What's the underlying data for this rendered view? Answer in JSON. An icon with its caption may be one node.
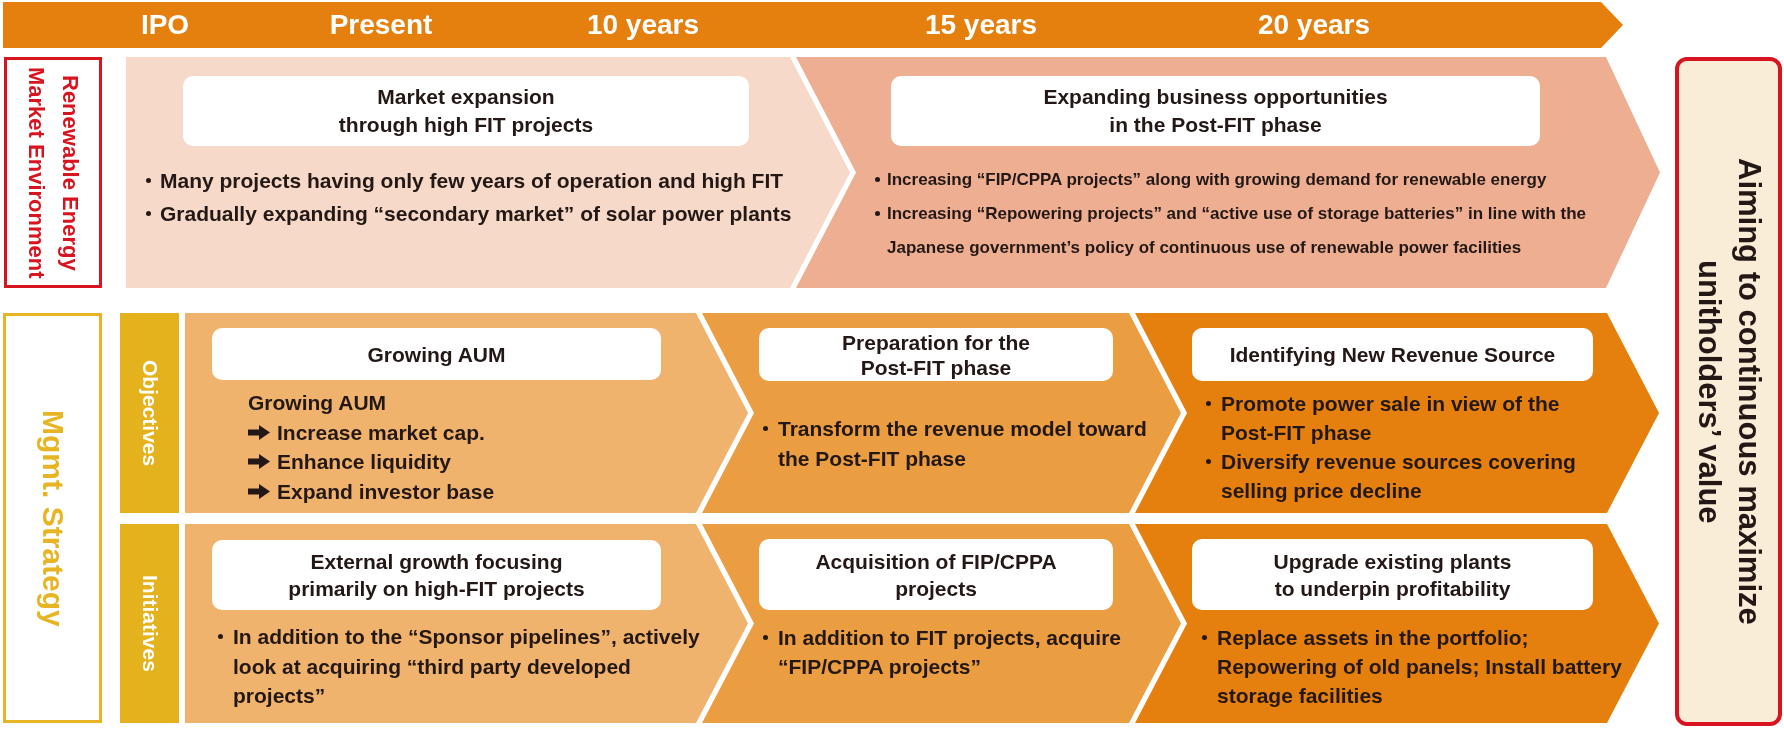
{
  "diagram": {
    "nodes": [
      {
        "text": [
          "IPO",
          "Present",
          "10 years",
          "15 years",
          "20 years"
        ]
      },
      {
        "text": [
          "Renewable Energy Market Environment"
        ]
      },
      {
        "text": [
          "Many projects having only few years of operation and high FIT",
          "Gradually expanding “secondary market” of solar power plants"
        ]
      },
      {
        "text": [
          "Market expansion through high FIT projects"
        ],
        "in": 2
      },
      {
        "text": [
          "Increasing “FIP/CPPA projects” along with growing demand for renewable energy",
          "Increasing “Repowering projects” and “active use of storage batteries” in line with the Japanese government’s policy of continuous use of renewable power facilities"
        ]
      },
      {
        "text": [
          "Expanding business opportunities in the Post-FIT phase"
        ],
        "in": 4
      },
      {
        "text": [
          "Aiming to continuous maximize unitholders’ value"
        ]
      },
      {
        "text": [
          "Mgmt. Strategy"
        ]
      },
      {
        "text": [
          "Objectives"
        ]
      },
      {
        "text": [
          "Growing AUM",
          "Increase market cap.",
          "Enhance liquidity",
          "Expand investor base"
        ]
      },
      {
        "text": [
          "Growing AUM"
        ],
        "in": 9
      },
      {
        "text": [
          "Transform the revenue model toward the Post-FIT phase"
        ]
      },
      {
        "text": [
          "Preparation for the Post-FIT phase"
        ],
        "in": 11
      },
      {
        "text": [
          "Promote power sale in view of the Post-FIT phase",
          "Diversify revenue sources covering selling price decline"
        ]
      },
      {
        "text": [
          "Identifying New Revenue Source"
        ],
        "in": 13
      },
      {
        "text": [
          "Initiatives"
        ]
      },
      {
        "text": [
          "In addition to the “Sponsor pipelines”, actively look at acquiring “third party developed projects”"
        ]
      },
      {
        "text": [
          "External growth focusing primarily on high-FIT projects"
        ],
        "in": 16
      },
      {
        "text": [
          "In addition to FIT projects, acquire “FIP/CPPA projects”"
        ]
      },
      {
        "text": [
          "Acquisition of FIP/CPPA projects"
        ],
        "in": 18
      },
      {
        "text": [
          "Replace assets in the portfolio; Repowering of old panels; Install battery storage facilities"
        ]
      },
      {
        "text": [
          "Upgrade existing plants to underpin profitability"
        ],
        "in": 20
      }
    ]
  }
}
